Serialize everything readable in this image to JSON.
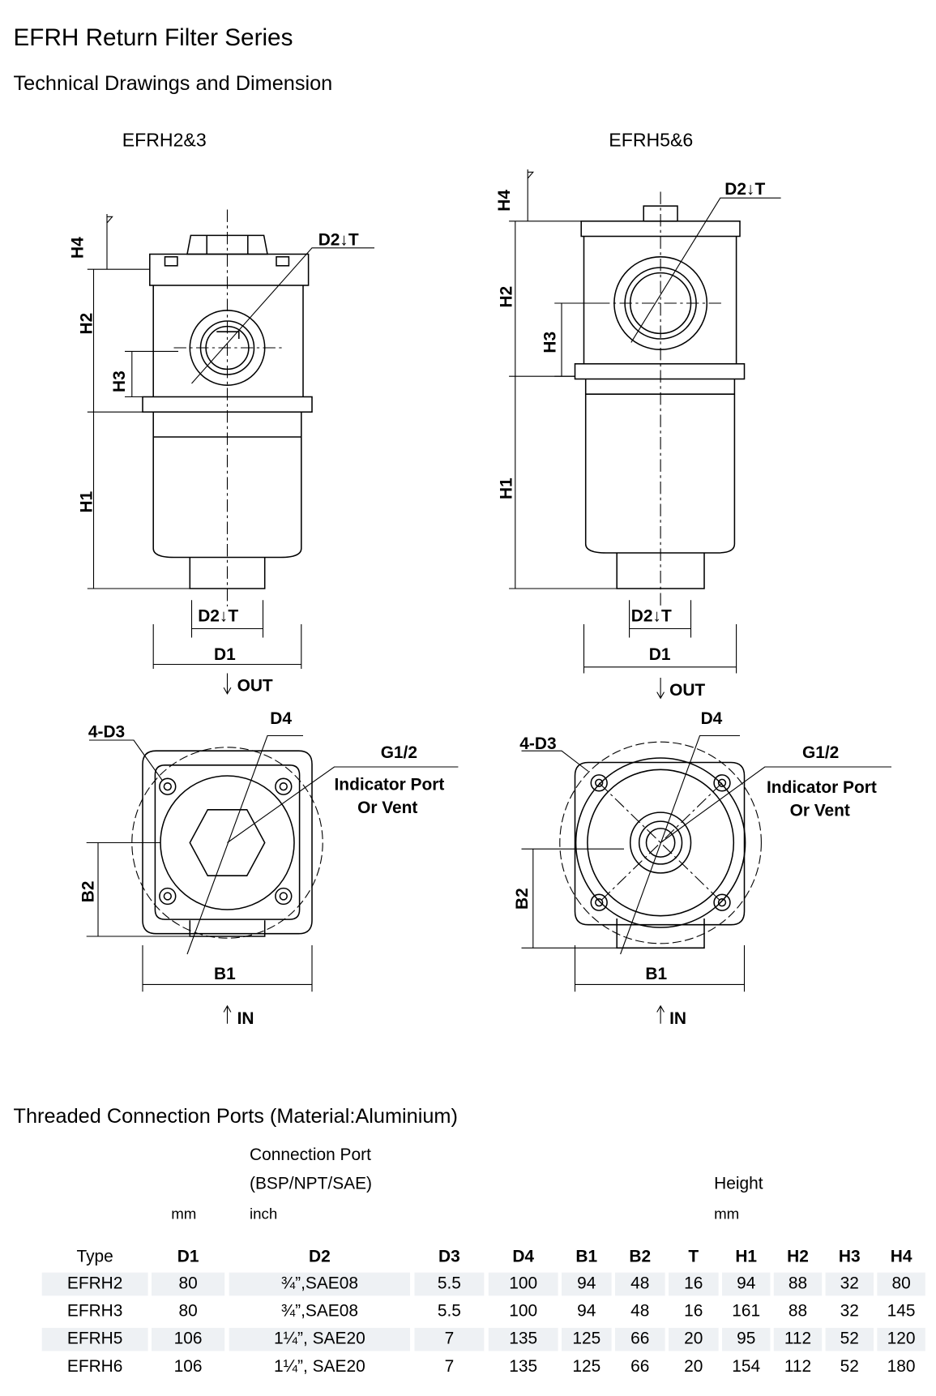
{
  "title": "EFRH Return Filter Series",
  "subtitle": "Technical Drawings and Dimension",
  "drawings": {
    "left": {
      "model": "EFRH2&3"
    },
    "right": {
      "model": "EFRH5&6"
    },
    "labels": {
      "h1": "H1",
      "h2": "H2",
      "h3": "H3",
      "h4": "H4",
      "d1": "D1",
      "d2t": "D2↓T",
      "d3": "4-D3",
      "d4": "D4",
      "b1": "B1",
      "b2": "B2",
      "out": "OUT",
      "in": "IN",
      "g12": "G1/2",
      "indicator1": "Indicator Port",
      "indicator2": "Or Vent"
    }
  },
  "table": {
    "title": "Threaded Connection Ports (Material:Aluminium)",
    "group_connection_1": "Connection Port",
    "group_connection_2": "(BSP/NPT/SAE)",
    "group_height": "Height",
    "unit_mm": "mm",
    "unit_inch": "inch",
    "unit_mm_height": "mm",
    "columns": [
      "Type",
      "D1",
      "D2",
      "D3",
      "D4",
      "B1",
      "B2",
      "T",
      "H1",
      "H2",
      "H3",
      "H4"
    ],
    "rows": [
      [
        "EFRH2",
        "80",
        "¾”,SAE08",
        "5.5",
        "100",
        "94",
        "48",
        "16",
        "94",
        "88",
        "32",
        "80"
      ],
      [
        "EFRH3",
        "80",
        "¾”,SAE08",
        "5.5",
        "100",
        "94",
        "48",
        "16",
        "161",
        "88",
        "32",
        "145"
      ],
      [
        "EFRH5",
        "106",
        "1¼”, SAE20",
        "7",
        "135",
        "125",
        "66",
        "20",
        "95",
        "112",
        "52",
        "120"
      ],
      [
        "EFRH6",
        "106",
        "1¼”, SAE20",
        "7",
        "135",
        "125",
        "66",
        "20",
        "154",
        "112",
        "52",
        "180"
      ]
    ]
  }
}
